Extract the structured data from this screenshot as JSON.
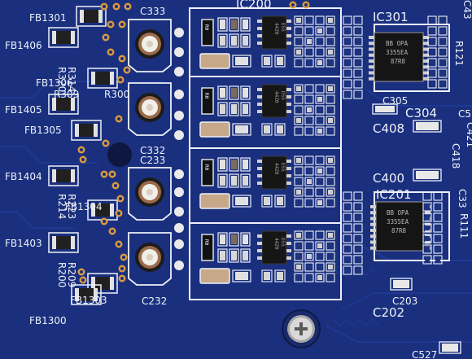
{
  "board": {
    "colors": {
      "solder_mask": "#1a2f7e",
      "trace": "#223a92",
      "silkscreen": "#eef1f8",
      "pad": "#e6e6e6",
      "via_ring": "#d99a3e",
      "ic_body": "#161616"
    },
    "labels": {
      "ic200": "IC200",
      "ic301": "IC301",
      "ic201": "IC201",
      "c333": "C333",
      "c332": "C332",
      "c233": "C233",
      "c232": "C232",
      "fb1301": "FB1301",
      "fb1406": "FB1406",
      "fb1306": "FB1306",
      "fb1405": "FB1405",
      "fb1305": "FB1305",
      "fb1404": "FB1404",
      "fb1304": "FB1304",
      "fb1403": "FB1403",
      "fb1303": "FB1303",
      "fb1300": "FB1300",
      "r314": "R314",
      "r320": "R320",
      "r309": "R309",
      "r300": "R300",
      "r223": "R223",
      "r214": "R214",
      "r209": "R209",
      "r200": "R200",
      "c305": "C305",
      "c304": "C304",
      "c408": "C408",
      "c400": "C400",
      "c203": "C203",
      "c202": "C202",
      "c527": "C527",
      "c418": "C418",
      "c421": "C421",
      "c33": "C33",
      "r121": "R121",
      "r111": "R111",
      "c43": "C43",
      "c5": "C5"
    },
    "ic_markings": {
      "ic301": [
        "BB OPA",
        "3355EA",
        "87R8"
      ],
      "ic201": [
        "BB OPA",
        "3355EA",
        "87R8"
      ],
      "small_ic": [
        "D55",
        "44Z0"
      ]
    },
    "resistor_codes": [
      "R0",
      "R0",
      "R0",
      "R0"
    ]
  }
}
